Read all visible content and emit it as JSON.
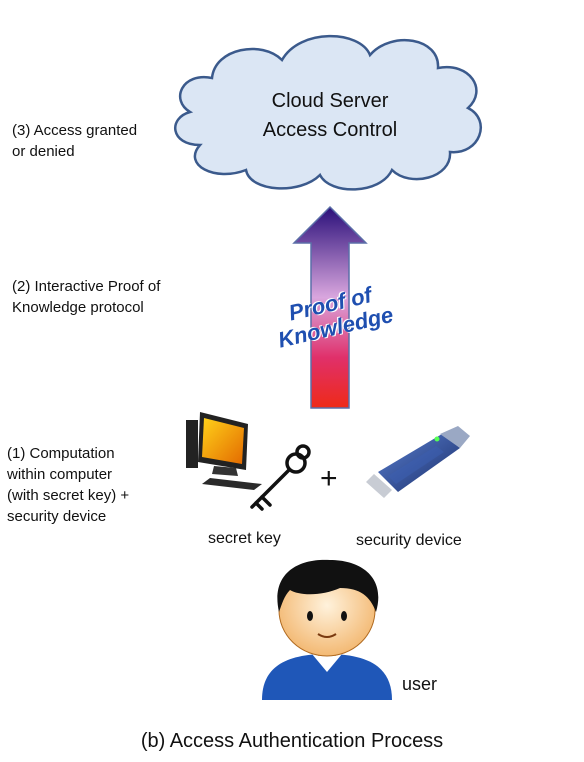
{
  "cloud": {
    "line1": "Cloud Server",
    "line2": "Access Control"
  },
  "steps": {
    "step3": [
      "(3) Access granted",
      "or denied"
    ],
    "step2": [
      "(2) Interactive Proof of",
      "Knowledge protocol"
    ],
    "step1": [
      "(1) Computation",
      "within computer",
      "(with secret key) +",
      "security device"
    ]
  },
  "arrow": {
    "label_line1": "Proof of",
    "label_line2": "Knowledge"
  },
  "devices": {
    "plus": "+",
    "secret_key_label": "secret key",
    "security_device_label": "security device"
  },
  "user_label": "user",
  "caption": "(b) Access Authentication Process",
  "colors": {
    "cloud_fill": "#dbe6f4",
    "cloud_stroke": "#3b5a8c",
    "arrow_top": "#2a0f7a",
    "arrow_mid": "#c98fd0",
    "arrow_bottom": "#e8162a",
    "arrow_text": "#1f4fb0"
  }
}
